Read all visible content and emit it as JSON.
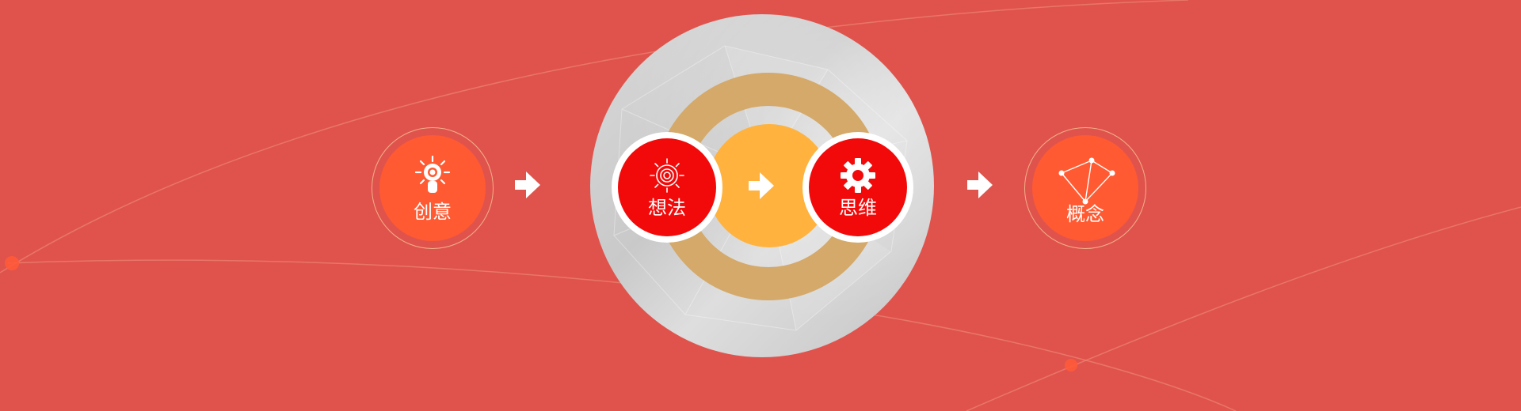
{
  "steps": [
    {
      "label": "创意",
      "icon": "lightbulb-icon"
    },
    {
      "label": "想法",
      "icon": "sun-gear-icon"
    },
    {
      "label": "思维",
      "icon": "gear-icon"
    },
    {
      "label": "概念",
      "icon": "network-icon"
    }
  ],
  "colors": {
    "background": "#e0534c",
    "node_orange": "#ff5a32",
    "node_red": "#f20a0a",
    "ring_gold": "#d4a96a",
    "core_yellow": "#ffb23d",
    "disc_gray": "#cfcfcf",
    "arrow": "#ffffff"
  }
}
